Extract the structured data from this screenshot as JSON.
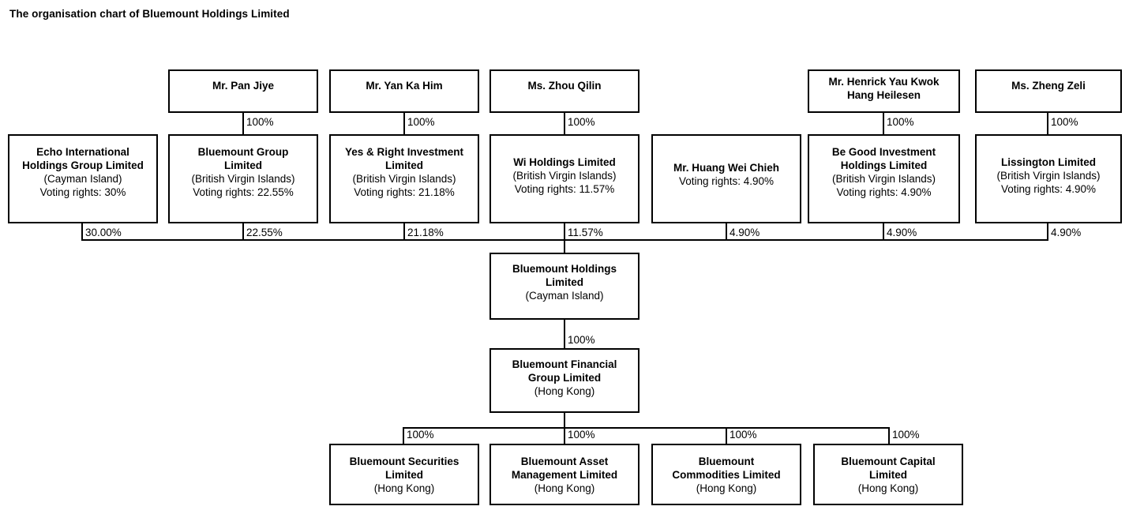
{
  "chart_data": {
    "type": "diagram",
    "title": "The organisation chart of Bluemount Holdings Limited",
    "diagram_kind": "organisation-chart",
    "shareholders": [
      {
        "person": null,
        "entity_name": "Echo International Holdings Group Limited",
        "jurisdiction": "(Cayman Island)",
        "voting_rights": "Voting rights: 30%",
        "person_to_entity_pct": null,
        "entity_to_parent_pct": "30.00%"
      },
      {
        "person": "Mr. Pan Jiye",
        "entity_name": "Bluemount Group Limited",
        "jurisdiction": "(British Virgin Islands)",
        "voting_rights": "Voting rights: 22.55%",
        "person_to_entity_pct": "100%",
        "entity_to_parent_pct": "22.55%"
      },
      {
        "person": "Mr. Yan Ka Him",
        "entity_name": "Yes & Right Investment Limited",
        "jurisdiction": "(British Virgin Islands)",
        "voting_rights": "Voting rights: 21.18%",
        "person_to_entity_pct": "100%",
        "entity_to_parent_pct": "21.18%"
      },
      {
        "person": "Ms. Zhou Qilin",
        "entity_name": "Wi Holdings Limited",
        "jurisdiction": "(British Virgin Islands)",
        "voting_rights": "Voting rights: 11.57%",
        "person_to_entity_pct": "100%",
        "entity_to_parent_pct": "11.57%"
      },
      {
        "person": null,
        "entity_name": "Mr. Huang Wei Chieh",
        "jurisdiction": null,
        "voting_rights": "Voting rights: 4.90%",
        "person_to_entity_pct": null,
        "entity_to_parent_pct": "4.90%"
      },
      {
        "person": "Mr. Henrick Yau Kwok Hang Heilesen",
        "entity_name": "Be Good Investment Holdings Limited",
        "jurisdiction": "(British Virgin Islands)",
        "voting_rights": "Voting rights: 4.90%",
        "person_to_entity_pct": "100%",
        "entity_to_parent_pct": "4.90%"
      },
      {
        "person": "Ms. Zheng Zeli",
        "entity_name": "Lissington Limited",
        "jurisdiction": "(British Virgin Islands)",
        "voting_rights": "Voting rights: 4.90%",
        "person_to_entity_pct": "100%",
        "entity_to_parent_pct": "4.90%"
      }
    ],
    "parent": {
      "name": "Bluemount Holdings Limited",
      "jurisdiction": "(Cayman Island)",
      "to_child_pct": "100%"
    },
    "intermediate": {
      "name": "Bluemount Financial Group Limited",
      "jurisdiction": "(Hong Kong)"
    },
    "subsidiaries": [
      {
        "name": "Bluemount Securities Limited",
        "jurisdiction": "(Hong Kong)",
        "pct": "100%"
      },
      {
        "name": "Bluemount Asset Management Limited",
        "jurisdiction": "(Hong Kong)",
        "pct": "100%"
      },
      {
        "name": "Bluemount Commodities Limited",
        "jurisdiction": "(Hong Kong)",
        "pct": "100%"
      },
      {
        "name": "Bluemount Capital Limited",
        "jurisdiction": "(Hong Kong)",
        "pct": "100%"
      }
    ]
  },
  "persons": {
    "p1": {
      "line1": "Mr. Pan Jiye",
      "line2": ""
    },
    "p2": {
      "line1": "Mr. Yan Ka Him",
      "line2": ""
    },
    "p3": {
      "line1": "Ms. Zhou Qilin",
      "line2": ""
    },
    "p4": {
      "line1": "Mr. Henrick Yau Kwok",
      "line2": "Hang Heilesen"
    },
    "p5": {
      "line1": "Ms. Zheng Zeli",
      "line2": ""
    }
  },
  "person_pcts": {
    "p1": "100%",
    "p2": "100%",
    "p3": "100%",
    "p4": "100%",
    "p5": "100%"
  },
  "entities": {
    "e1": {
      "n1": "Echo International",
      "n2": "Holdings Group Limited",
      "juris": "(Cayman Island)",
      "vr": "Voting rights: 30%"
    },
    "e2": {
      "n1": "Bluemount Group",
      "n2": "Limited",
      "juris": "(British Virgin Islands)",
      "vr": "Voting rights: 22.55%"
    },
    "e3": {
      "n1": "Yes & Right Investment",
      "n2": "Limited",
      "juris": "(British Virgin Islands)",
      "vr": "Voting rights: 21.18%"
    },
    "e4": {
      "n1": "Wi Holdings Limited",
      "juris": "(British Virgin Islands)",
      "vr": "Voting rights: 11.57%"
    },
    "e5": {
      "n1": "Mr. Huang Wei Chieh",
      "vr": "Voting rights: 4.90%"
    },
    "e6": {
      "n1": "Be Good Investment",
      "n2": "Holdings Limited",
      "juris": "(British Virgin Islands)",
      "vr": "Voting rights: 4.90%"
    },
    "e7": {
      "n1": "Lissington Limited",
      "juris": "(British Virgin Islands)",
      "vr": "Voting rights: 4.90%"
    }
  },
  "entity_pcts": {
    "e1": "30.00%",
    "e2": "22.55%",
    "e3": "21.18%",
    "e4": "11.57%",
    "e5": "4.90%",
    "e6": "4.90%",
    "e7": "4.90%"
  },
  "parent": {
    "n1": "Bluemount Holdings",
    "n2": "Limited",
    "juris": "(Cayman Island)",
    "pct": "100%"
  },
  "intermediate": {
    "n1": "Bluemount Financial",
    "n2": "Group Limited",
    "juris": "(Hong Kong)"
  },
  "subs": {
    "s1": {
      "n1": "Bluemount Securities",
      "n2": "Limited",
      "juris": "(Hong Kong)",
      "pct": "100%"
    },
    "s2": {
      "n1": "Bluemount Asset",
      "n2": "Management Limited",
      "juris": "(Hong Kong)",
      "pct": "100%"
    },
    "s3": {
      "n1": "Bluemount",
      "n2": "Commodities Limited",
      "juris": "(Hong Kong)",
      "pct": "100%"
    },
    "s4": {
      "n1": "Bluemount Capital",
      "n2": "Limited",
      "juris": "(Hong Kong)",
      "pct": "100%"
    }
  }
}
